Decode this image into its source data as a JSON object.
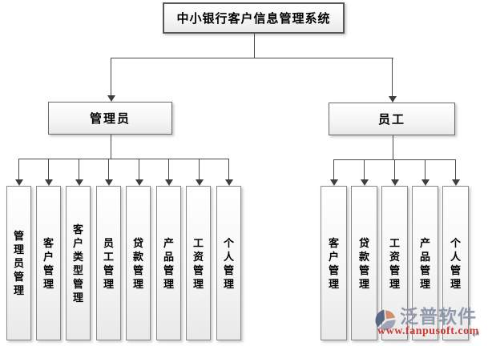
{
  "diagram": {
    "root": {
      "label": "中小银行客户信息管理系统"
    },
    "branches": [
      {
        "label": "管理员",
        "children": [
          "管理员管理",
          "客户管理",
          "客户类型管理",
          "员工管理",
          "贷款管理",
          "产品管理",
          "工资管理",
          "个人管理"
        ]
      },
      {
        "label": "员工",
        "children": [
          "客户管理",
          "贷款管理",
          "工资管理",
          "产品管理",
          "个人管理"
        ]
      }
    ]
  },
  "watermark": {
    "brand": "泛普软件",
    "url": "www.fanpusoft.com"
  },
  "page": {
    "return_mark": "↵"
  },
  "colors": {
    "connector": "#4a4a4a",
    "box_border": "#8a8a8a",
    "watermark_brand": "#8a93a6",
    "watermark_url": "#cd3a33",
    "logo_dark_blue": "#4d5e7d",
    "logo_salmon": "#d08468",
    "logo_gray_blue": "#97a0b2"
  }
}
